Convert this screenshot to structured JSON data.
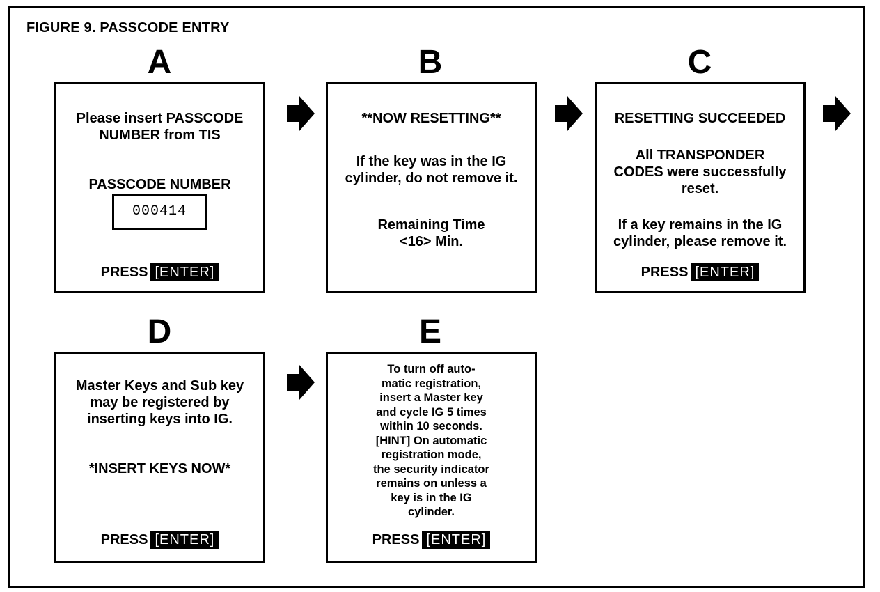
{
  "figure_title": "FIGURE 9.  PASSCODE ENTRY",
  "panels": {
    "a": {
      "letter": "A",
      "line1": "Please insert PASSCODE\nNUMBER from TIS",
      "passcode_label": "PASSCODE NUMBER",
      "passcode_value": "000414",
      "press": "PRESS",
      "enter": "[ENTER]"
    },
    "b": {
      "letter": "B",
      "line1": "**NOW RESETTING**",
      "line2": "If the key was in the IG\ncylinder, do not remove it.",
      "line3": "Remaining Time\n<16> Min."
    },
    "c": {
      "letter": "C",
      "line1": "RESETTING SUCCEEDED",
      "line2": "All TRANSPONDER\nCODES were successfully\nreset.",
      "line3": "If a key remains in the IG\ncylinder, please remove it.",
      "press": "PRESS",
      "enter": "[ENTER]"
    },
    "d": {
      "letter": "D",
      "line1": "Master Keys and Sub key\nmay be registered by\ninserting keys into IG.",
      "line2": "*INSERT KEYS NOW*",
      "press": "PRESS",
      "enter": "[ENTER]"
    },
    "e": {
      "letter": "E",
      "line1": "To turn off auto-\nmatic registration,\ninsert a Master key\nand cycle IG 5 times\nwithin 10 seconds.\n[HINT] On automatic\nregistration mode,\nthe security indicator\nremains on unless a\nkey is in the IG\ncylinder.",
      "press": "PRESS",
      "enter": "[ENTER]"
    }
  },
  "icons": [
    "right-arrow-icon"
  ]
}
